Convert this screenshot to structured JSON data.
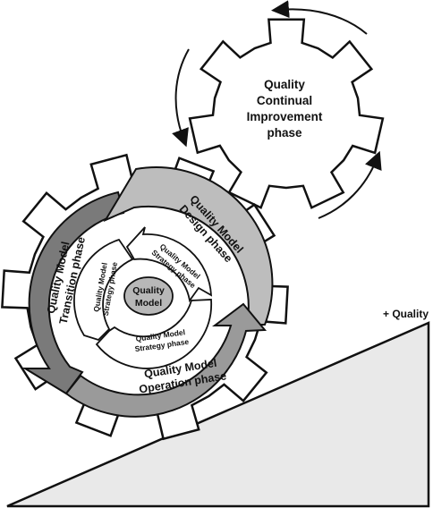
{
  "labels": {
    "continual_gear": [
      "Quality",
      "Continual",
      "Improvement",
      "phase"
    ],
    "design": [
      "Quality Model",
      "Design phase"
    ],
    "transition": [
      "Quality Model",
      "Transition phase"
    ],
    "operation": [
      "Quality Model",
      "Operation phase"
    ],
    "strategy_top": [
      "Quality Model",
      "Strategy phase"
    ],
    "strategy_left": [
      "Quality Model",
      "Strategy phase"
    ],
    "strategy_bottom": [
      "Quality Model",
      "Strategy phase"
    ],
    "center": [
      "Quality",
      "Model"
    ],
    "ramp_label": "+ Quality"
  },
  "colors": {
    "outline": "#111111",
    "design_segment": "#bdbdbd",
    "transition_segment": "#7a7a7a",
    "operation_segment": "#9a9a9a",
    "center_circle": "#b8b8b8",
    "ramp_fill": "#e9e9e9",
    "gear_fill": "#ffffff"
  }
}
